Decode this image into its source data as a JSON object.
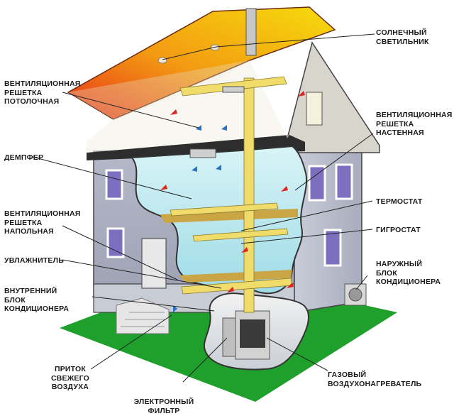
{
  "labels": {
    "solar_lamp": "СОЛНЕЧНЫЙ\nСВЕТИЛЬНИК",
    "ceiling_grille": "ВЕНТИЛЯЦИОННАЯ\nРЕШЕТКА\nПОТОЛОЧНАЯ",
    "wall_grille": "ВЕНТИЛЯЦИОННАЯ\nРЕШЕТКА\nНАСТЕННАЯ",
    "damper": "ДЕМПФЕР",
    "thermostat": "ТЕРМОСТАТ",
    "floor_grille": "ВЕНТИЛЯЦИОННАЯ\nРЕШЕТКА\nНАПОЛЬНАЯ",
    "hygrostat": "ГИГРОСТАТ",
    "humidifier": "УВЛАЖНИТЕЛЬ",
    "outdoor_unit": "НАРУЖНЫЙ\nБЛОК\nКОНДИЦИОНЕРА",
    "indoor_unit": "ВНУТРЕННИЙ\nБЛОК\nКОНДИЦИОНЕРА",
    "fresh_air": "ПРИТОК\nСВЕЖЕГО\nВОЗДУХА",
    "gas_heater": "ГАЗОВЫЙ\nВОЗДУХОНАГРЕВАТЕЛЬ",
    "electronic_filter": "ЭЛЕКТРОННЫЙ\nФИЛЬТР"
  },
  "colors": {
    "roof_top": "#f3d40a",
    "roof_bottom": "#e8381a",
    "wall": "#a9adbf",
    "interior": "#bfe9f0",
    "lawn": "#1e9e2a",
    "duct": "#f0dc6a",
    "window": "#7d6fbf"
  }
}
